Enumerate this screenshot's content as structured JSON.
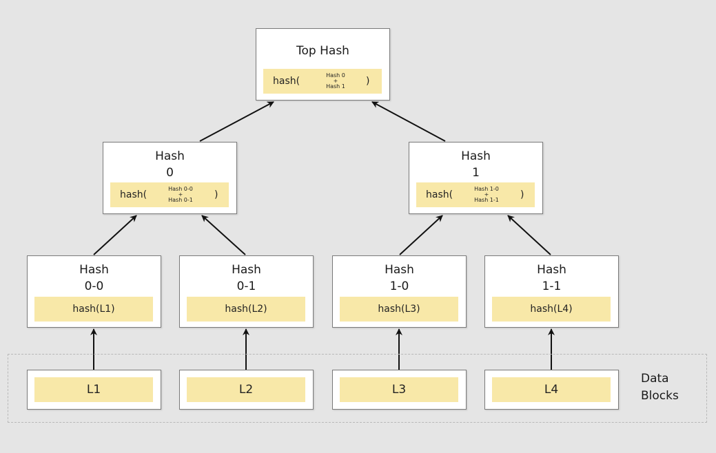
{
  "nodes": {
    "top": {
      "title": "Top Hash",
      "fn": "hash(",
      "arg_top": "Hash 0",
      "arg_plus": "+",
      "arg_bottom": "Hash 1",
      "close": ")"
    },
    "h0": {
      "title_line1": "Hash",
      "title_line2": "0",
      "fn": "hash(",
      "arg_top": "Hash 0-0",
      "arg_plus": "+",
      "arg_bottom": "Hash 0-1",
      "close": ")"
    },
    "h1": {
      "title_line1": "Hash",
      "title_line2": "1",
      "fn": "hash(",
      "arg_top": "Hash 1-0",
      "arg_plus": "+",
      "arg_bottom": "Hash 1-1",
      "close": ")"
    },
    "h00": {
      "title_line1": "Hash",
      "title_line2": "0-0",
      "value": "hash(L1)"
    },
    "h01": {
      "title_line1": "Hash",
      "title_line2": "0-1",
      "value": "hash(L2)"
    },
    "h10": {
      "title_line1": "Hash",
      "title_line2": "1-0",
      "value": "hash(L3)"
    },
    "h11": {
      "title_line1": "Hash",
      "title_line2": "1-1",
      "value": "hash(L4)"
    }
  },
  "leaves": [
    "L1",
    "L2",
    "L3",
    "L4"
  ],
  "data_region": {
    "label_line1": "Data",
    "label_line2": "Blocks"
  },
  "colors": {
    "band": "#f8e8a8",
    "background": "#e5e5e5",
    "node_border": "#7a7a7a",
    "arrow": "#111111",
    "dashed_border": "#b8b8b8"
  },
  "edges": [
    {
      "from": "h0",
      "to": "top"
    },
    {
      "from": "h1",
      "to": "top"
    },
    {
      "from": "h00",
      "to": "h0"
    },
    {
      "from": "h01",
      "to": "h0"
    },
    {
      "from": "h10",
      "to": "h1"
    },
    {
      "from": "h11",
      "to": "h1"
    },
    {
      "from": "leaf-l1",
      "to": "h00"
    },
    {
      "from": "leaf-l2",
      "to": "h01"
    },
    {
      "from": "leaf-l3",
      "to": "h10"
    },
    {
      "from": "leaf-l4",
      "to": "h11"
    }
  ]
}
